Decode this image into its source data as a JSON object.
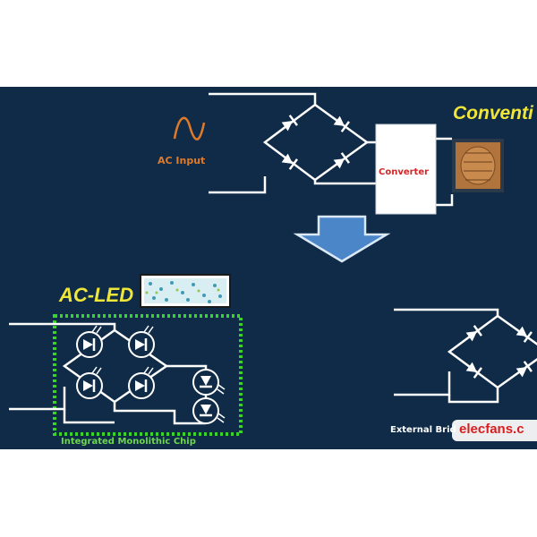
{
  "labels": {
    "ac_input": "AC Input",
    "conventional": "Conventi",
    "converter": "Converter",
    "ac_led": "AC-LED",
    "integrated_chip": "Integrated Monolithic Chip",
    "external_bridge": "External Brid",
    "watermark": "elecfans.c"
  },
  "colors": {
    "background": "#0f2b47",
    "wire": "#ffffff",
    "accent_yellow": "#f0e63a",
    "ac_input": "#e07a2a",
    "converter_text": "#d02828",
    "chip_border": "#39d42a",
    "arrow_fill": "#4a86c8"
  },
  "icons": [
    "sine-wave-icon",
    "diode-icon",
    "led-icon",
    "down-arrow-icon",
    "led-array-icon",
    "led-chip-photo-icon"
  ]
}
